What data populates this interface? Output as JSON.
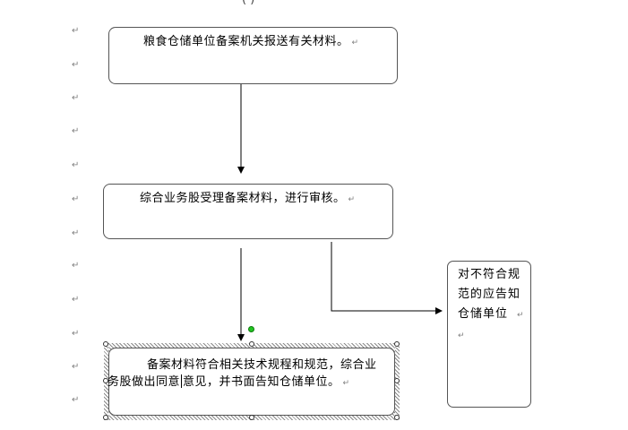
{
  "top_fragment": "( )",
  "paragraph_mark": "↵",
  "boxes": {
    "box1": {
      "text": "粮食仓储单位备案机关报送有关材料。"
    },
    "box2": {
      "text": "综合业务股受理备案材料，进行审核。"
    },
    "box3": {
      "line1": "备案材料符合相关技术规程和规范，综合业",
      "line2_before_caret": "务股做出同意",
      "line2_after_caret": "意见，并书面告知仓储单位。"
    },
    "side_box": {
      "line1": "对不符合规",
      "line2": "范的应告知",
      "line3": "仓储单位"
    }
  },
  "colors": {
    "rotation_handle": "#22c522",
    "border": "#555555"
  }
}
